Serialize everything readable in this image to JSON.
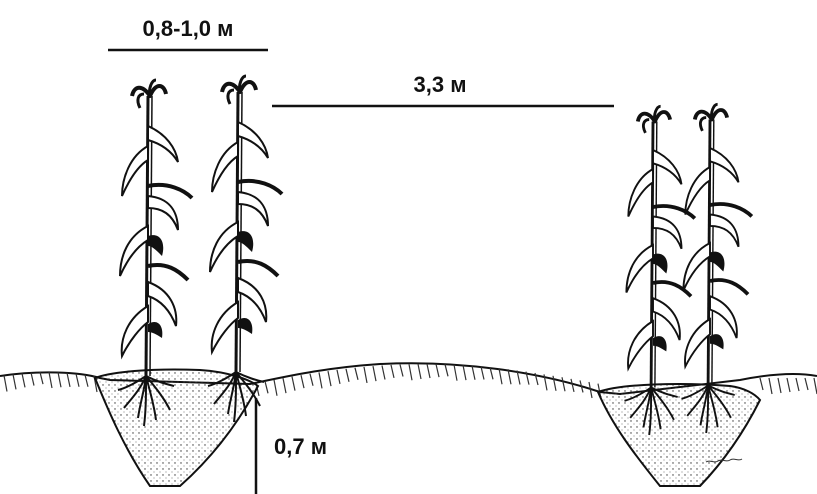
{
  "labels": {
    "plant_spacing": "0,8-1,0 м",
    "row_gap": "3,3 м",
    "trench_depth": "0,7 м"
  },
  "colors": {
    "ink": "#111111",
    "background": "#ffffff"
  }
}
